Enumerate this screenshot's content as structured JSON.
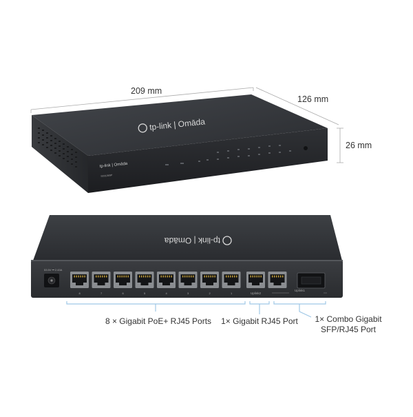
{
  "dimensions": {
    "width": "209 mm",
    "depth": "126 mm",
    "height": "26 mm"
  },
  "device": {
    "brand": "tp-link | Omāda",
    "model": "SX3108SP",
    "front_logo": "tp-link | Omāda"
  },
  "ports": {
    "numbers": [
      "8",
      "7",
      "6",
      "5",
      "4",
      "3",
      "2",
      "1"
    ],
    "uplink2_label": "Uplink2",
    "uplink1_label": "Uplink1",
    "power_label": "53.5V ⎓ 2.43A"
  },
  "callouts": {
    "poe_ports": "8 × Gigabit PoE+ RJ45 Ports",
    "uplink_port": "1× Gigabit RJ45 Port",
    "combo_line1": "1× Combo Gigabit",
    "combo_line2": "SFP/RJ45 Port"
  },
  "colors": {
    "device_body": "#2b2d30",
    "device_top": "#3a3c40",
    "callout_line": "#9fc7e6",
    "dimension_line": "#aaaaaa"
  }
}
